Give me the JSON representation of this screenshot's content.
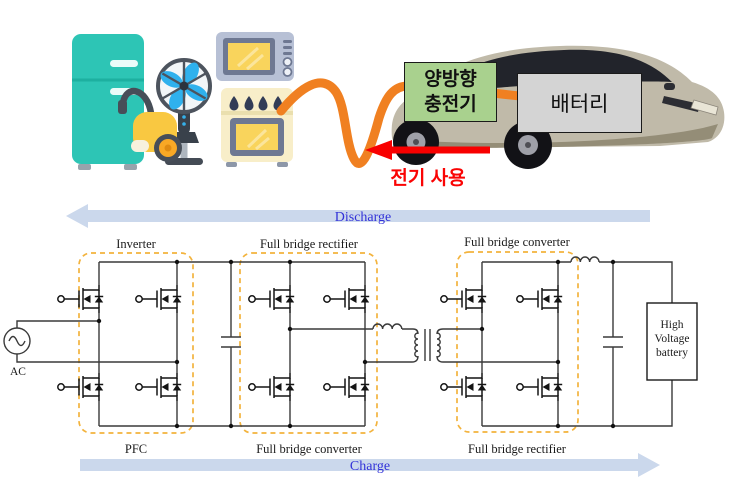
{
  "scene": {
    "charger_box": {
      "line1": "양방향",
      "line2": "충전기"
    },
    "battery_box_label": "배터리",
    "power_use_label": "전기 사용",
    "icons": [
      "refrigerator",
      "vacuum-cleaner",
      "electric-fan",
      "microwave",
      "gas-stove",
      "electric-car",
      "charging-cable",
      "power-flow-arrow"
    ]
  },
  "circuit": {
    "discharge_arrow_label": "Discharge",
    "charge_arrow_label": "Charge",
    "ac_source_label": "AC",
    "hv_battery": {
      "line1": "High",
      "line2": "Voltage",
      "line3": "battery"
    },
    "stages": [
      {
        "top_label": "Inverter",
        "bottom_label": "PFC"
      },
      {
        "top_label": "Full bridge rectifier",
        "bottom_label": "Full bridge converter"
      },
      {
        "top_label": "Full bridge converter",
        "bottom_label": "Full bridge rectifier"
      }
    ]
  },
  "colors": {
    "flow_arrow_fill": "#cbd8ec",
    "flow_arrow_text": "#3232d8",
    "dashed_box": "#f3b33d",
    "cable_orange": "#f08021",
    "power_use_red": "#f80000",
    "charger_green": "#a9d18e",
    "battery_gray": "#d4d4d4",
    "wire": "#3a3a3a"
  }
}
